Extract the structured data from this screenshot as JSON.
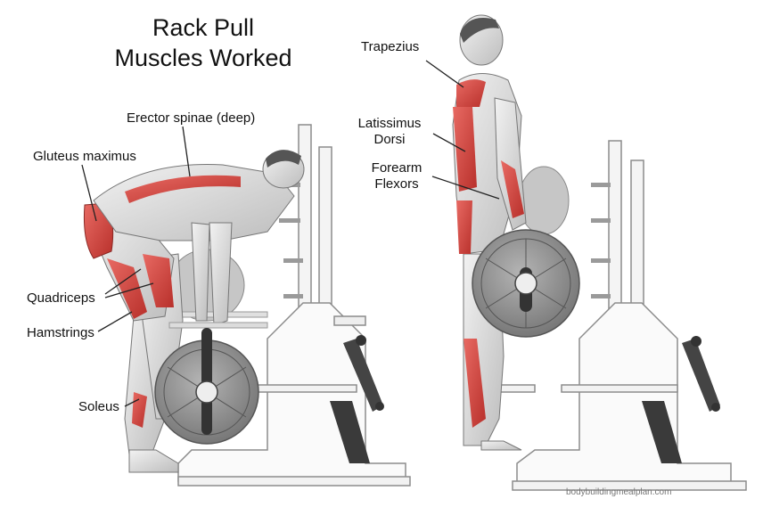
{
  "title": {
    "line1": "Rack Pull",
    "line2": "Muscles Worked"
  },
  "labels": {
    "erector": "Erector spinae (deep)",
    "gluteus": "Gluteus maximus",
    "quadriceps": "Quadriceps",
    "hamstrings": "Hamstrings",
    "soleus": "Soleus",
    "trapezius": "Trapezius",
    "latissimus_1": "Latissimus",
    "latissimus_2": "Dorsi",
    "forearm_1": "Forearm",
    "forearm_2": "Flexors"
  },
  "credit": "bodybuildingmealplan.com",
  "colors": {
    "muscle": "#d9443f",
    "body": "#e8e8e8",
    "rack": "#ffffff",
    "rack_stroke": "#9a9a9a",
    "plate": "#8a8a8a",
    "leader": "#222222"
  }
}
